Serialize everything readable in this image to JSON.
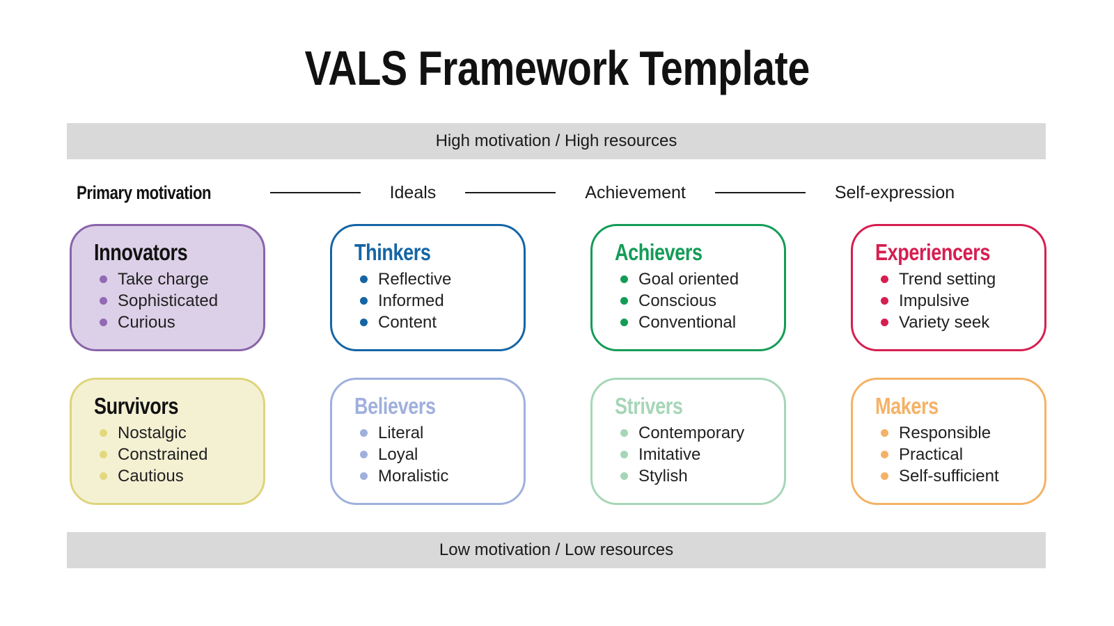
{
  "title": "VALS Framework Template",
  "banners": {
    "top": "High motivation / High resources",
    "bottom": "Low motivation / Low resources"
  },
  "motivation_axis": {
    "label": "Primary motivation",
    "categories": [
      "Ideals",
      "Achievement",
      "Self-expression"
    ]
  },
  "colors": {
    "banner_background": "#d9d9d9",
    "axis_line": "#1a1a1a",
    "text": "#1a1a1a"
  },
  "cards": [
    {
      "title": "Innovators",
      "items": [
        "Take charge",
        "Sophisticated",
        "Curious"
      ],
      "title_color": "#111111",
      "border_color": "#8a63a9",
      "fill_color": "#dcd0e8",
      "bullet_color": "#9269b4"
    },
    {
      "title": "Thinkers",
      "items": [
        "Reflective",
        "Informed",
        "Content"
      ],
      "title_color": "#1565a5",
      "border_color": "#1565a5",
      "fill_color": "#ffffff",
      "bullet_color": "#1565a5"
    },
    {
      "title": "Achievers",
      "items": [
        "Goal oriented",
        "Conscious",
        "Conventional"
      ],
      "title_color": "#149c57",
      "border_color": "#149c57",
      "fill_color": "#ffffff",
      "bullet_color": "#149c57"
    },
    {
      "title": "Experiencers",
      "items": [
        "Trend setting",
        "Impulsive",
        "Variety seek"
      ],
      "title_color": "#d61e50",
      "border_color": "#d61e50",
      "fill_color": "#ffffff",
      "bullet_color": "#d61e50"
    },
    {
      "title": "Survivors",
      "items": [
        "Nostalgic",
        "Constrained",
        "Cautious"
      ],
      "title_color": "#111111",
      "border_color": "#ded47b",
      "fill_color": "#f4f1d3",
      "bullet_color": "#e4d87e"
    },
    {
      "title": "Believers",
      "items": [
        "Literal",
        "Loyal",
        "Moralistic"
      ],
      "title_color": "#9fb0dd",
      "border_color": "#9fb0dd",
      "fill_color": "#ffffff",
      "bullet_color": "#9fb0dd"
    },
    {
      "title": "Strivers",
      "items": [
        "Contemporary",
        "Imitative",
        "Stylish"
      ],
      "title_color": "#a6d6b7",
      "border_color": "#a6d6b7",
      "fill_color": "#ffffff",
      "bullet_color": "#a6d6b7"
    },
    {
      "title": "Makers",
      "items": [
        "Responsible",
        "Practical",
        "Self-sufficient"
      ],
      "title_color": "#f4b266",
      "border_color": "#f4b266",
      "fill_color": "#ffffff",
      "bullet_color": "#f4b266"
    }
  ]
}
